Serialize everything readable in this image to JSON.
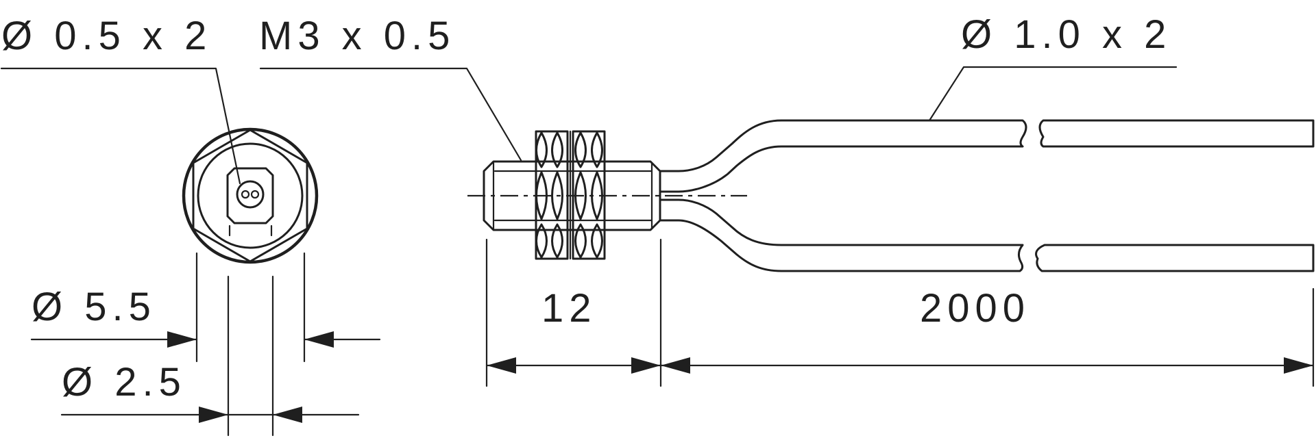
{
  "labels": {
    "wire_diameter_small": "Ø 0.5 x 2",
    "thread": "M3 x 0.5",
    "wire_diameter_large": "Ø 1.0 x 2",
    "outer_diameter": "Ø 5.5",
    "inner_diameter": "Ø 2.5",
    "body_length": "12",
    "cable_length": "2000"
  }
}
